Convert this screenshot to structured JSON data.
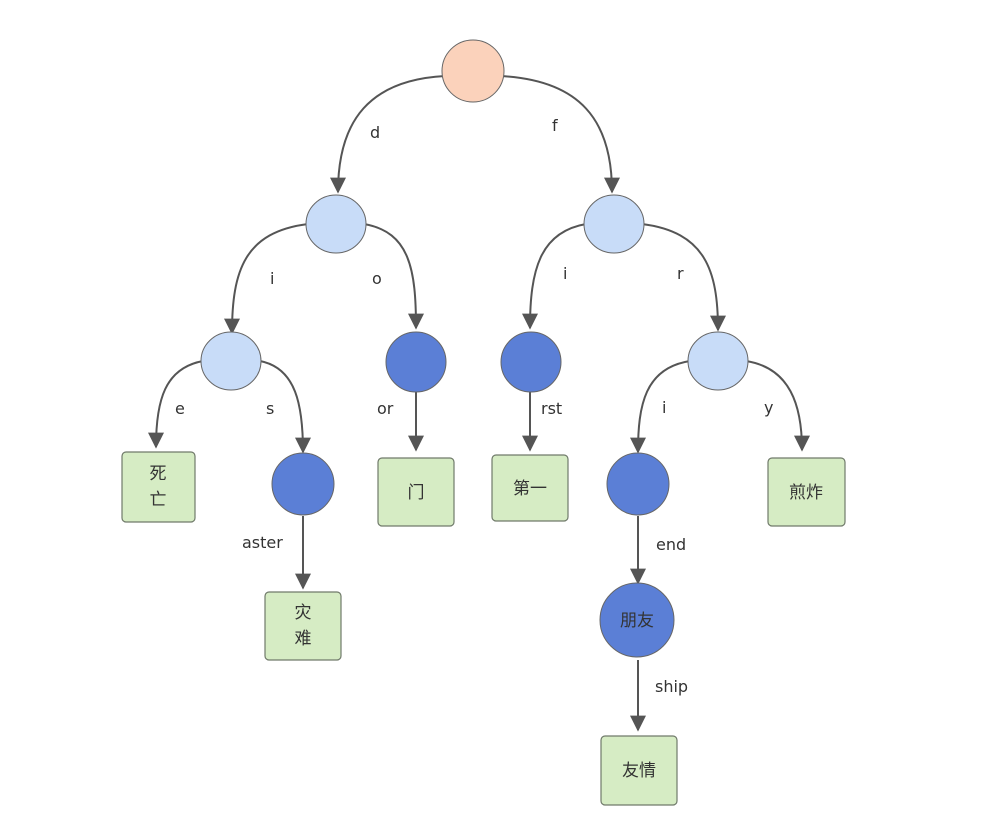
{
  "colors": {
    "root": "#fbd2bb",
    "branch": "#c8dcf8",
    "terminal": "#5b7fd6",
    "leaf": "#d6ecc4",
    "edge": "#555555"
  },
  "nodes": {
    "root": {
      "kind": "root"
    },
    "d": {
      "kind": "branch"
    },
    "f": {
      "kind": "branch"
    },
    "di": {
      "kind": "branch"
    },
    "do": {
      "kind": "terminal"
    },
    "dis": {
      "kind": "terminal"
    },
    "fi": {
      "kind": "terminal"
    },
    "fr": {
      "kind": "branch"
    },
    "fri": {
      "kind": "terminal"
    },
    "friend": {
      "kind": "terminal",
      "text": "朋友"
    }
  },
  "leaves": {
    "die": [
      "死",
      "亡"
    ],
    "disaster": [
      "灾",
      "难"
    ],
    "door": [
      "门"
    ],
    "first": [
      "第一"
    ],
    "fry": [
      "煎炸"
    ],
    "friendship": [
      "友情"
    ]
  },
  "edge_labels": {
    "d": "d",
    "f": "f",
    "i_left": "i",
    "o": "o",
    "i_right": "i",
    "r": "r",
    "e": "e",
    "s": "s",
    "or": "or",
    "rst": "rst",
    "i_fr": "i",
    "y": "y",
    "aster": "aster",
    "end": "end",
    "ship": "ship"
  }
}
